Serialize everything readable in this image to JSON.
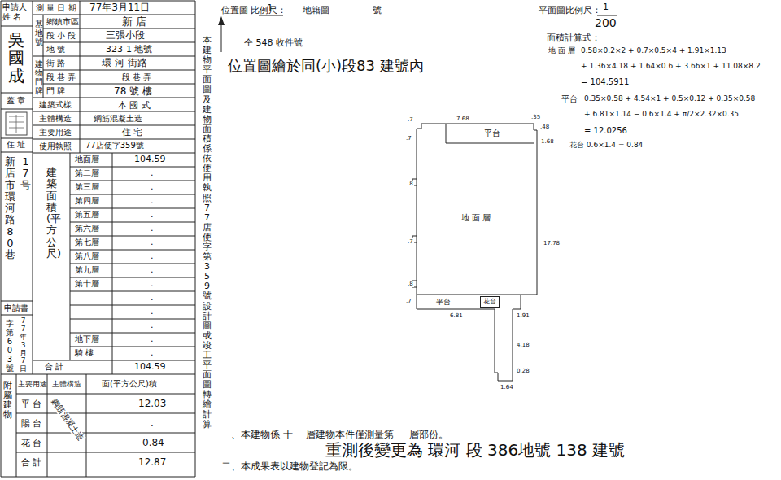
{
  "diagram": {
    "nodes": [
      {
        "text": [
          "地 面 層"
        ]
      },
      {
        "text": [
          "平台"
        ]
      },
      {
        "text": [
          "平台"
        ]
      },
      {
        "text": [
          "花台"
        ]
      }
    ],
    "labels": [
      "申請人 姓 名",
      "吳國成",
      "蓋 章",
      "住 址",
      "17号",
      "新店市環河路80巷",
      "申請書",
      "77年3月7日",
      "字第603號",
      "測 量 日 期",
      "77年3月11日",
      "基地號",
      "鄉鎮市區",
      "新 店",
      "段 小 段",
      "三張小段",
      "地 號",
      "323-1 地號",
      "建物門牌",
      "街 路",
      "環 河 街路",
      "段 巷 弄",
      "段 巷 弄",
      "門 牌",
      "78 號 樓",
      "建築式樣",
      "本 國 式",
      "主體構造",
      "鋼筋混凝土造",
      "主要用途",
      "住 宅",
      "使用執照",
      "77店使字359號",
      "建築面積(平方公尺)",
      "地面層",
      "104.59",
      "第二層",
      ".",
      "第三層",
      ".",
      "第四層",
      ".",
      "第五層",
      ".",
      "第六層",
      ".",
      "第七層",
      ".",
      "第八層",
      ".",
      "第九層",
      ".",
      "第十層",
      ".",
      ".",
      ".",
      ".",
      "地下層",
      ".",
      "騎 樓",
      ".",
      "合 計",
      "104.59",
      "附屬建物",
      "主要用途",
      "主體構造",
      "面(平方公尺)積",
      "平 台",
      "12.03",
      "陽 台",
      ".",
      "花 台",
      "0.84",
      "合 計",
      "12.87",
      "鋼筋混凝土造",
      "本建物平面圖及建物面積係依使用執照77店使字第359號設計圖或竣工平面圖轉繪計算",
      "位置圖 比例尺：",
      "1",
      "地籍圖",
      "號",
      "平面圖比例尺：",
      "1",
      "200",
      "面積計算式：",
      "仝 548 收件號",
      "位置圖繪於同(小)段83 建號內",
      "地 面 層",
      "0.58×0.2×2 + 0.7×0.5×4 + 1.91×1.13",
      "+ 1.36×4.18 + 1.64×0.6 + 3.66×1 + 11.08×8.2",
      "= 104.5911",
      "平台",
      "0.35×0.58 + 4.54×1 + 0.5×0.12 + 0.35×0.58",
      "+ 6.81×1.14 − 0.6×1.4 + π/2×2.32×0.35",
      "= 12.0256",
      "花台 0.6×1.4 = 0.84",
      ".7",
      ".7",
      "7.68",
      ".35",
      ".48",
      "1.68",
      ".8",
      ".7",
      "17.78",
      ".8",
      ".7",
      "6.81",
      "1.91",
      "4.18",
      "0.28",
      "1.64",
      "一、本建物係 十一 層建物本件僅測量第 一 層部份。",
      "重測後變更為 環河 段 386地號 138 建號",
      "二、本成果表以建物登記為限。"
    ]
  }
}
